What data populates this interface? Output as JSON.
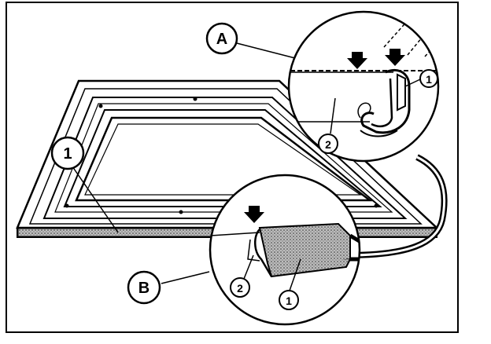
{
  "callouts": {
    "detail_a": "A",
    "detail_b": "B",
    "frame_part": "1",
    "a_part_1": "1",
    "a_part_2": "2",
    "b_part_1": "1",
    "b_part_2": "2"
  },
  "colors": {
    "ink": "#000000",
    "paper": "#ffffff",
    "hatch": "#555555"
  }
}
